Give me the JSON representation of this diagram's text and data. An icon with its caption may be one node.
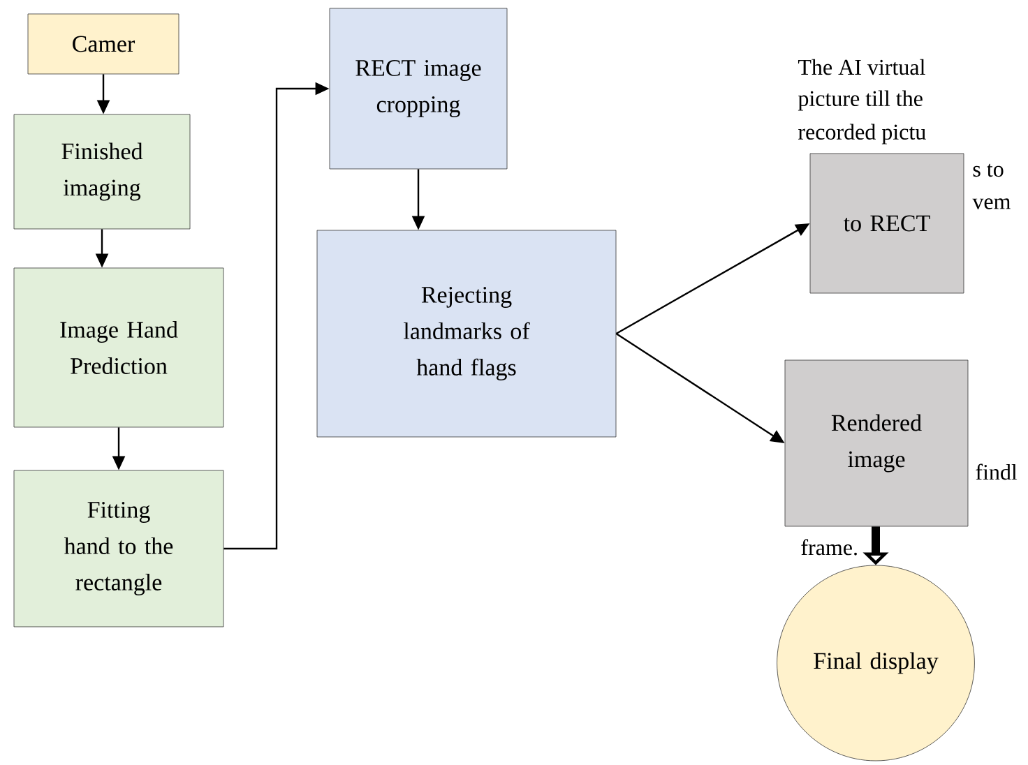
{
  "diagram": {
    "nodes": [
      {
        "text": [
          "Camer"
        ]
      },
      {
        "text": [
          "Finished imaging"
        ]
      },
      {
        "text": [
          "Image Hand Prediction"
        ]
      },
      {
        "text": [
          "Fitting hand to the rectangle"
        ]
      },
      {
        "text": [
          "RECT image cropping"
        ]
      },
      {
        "text": [
          "Rejecting landmarks of hand flags"
        ]
      },
      {
        "text": [
          "to RECT"
        ]
      },
      {
        "text": [
          "Rendered image"
        ]
      },
      {
        "text": [
          "Final display"
        ]
      }
    ],
    "edges": [
      {
        "from": 0,
        "to": 1,
        "arrow": "to"
      },
      {
        "from": 1,
        "to": 2,
        "arrow": "to"
      },
      {
        "from": 2,
        "to": 3,
        "arrow": "to"
      },
      {
        "from": 3,
        "to": 4,
        "arrow": "to"
      },
      {
        "from": 4,
        "to": 5,
        "arrow": "to"
      },
      {
        "from": 5,
        "to": 6,
        "arrow": "to"
      },
      {
        "from": 5,
        "to": 7,
        "arrow": "to"
      },
      {
        "from": 7,
        "to": 8,
        "arrow": "to",
        "style": "thick"
      }
    ],
    "labels": [
      "The AI virtual",
      "picture till the",
      "recorded pictu",
      "s to",
      "vem",
      "findl",
      "frame."
    ]
  }
}
